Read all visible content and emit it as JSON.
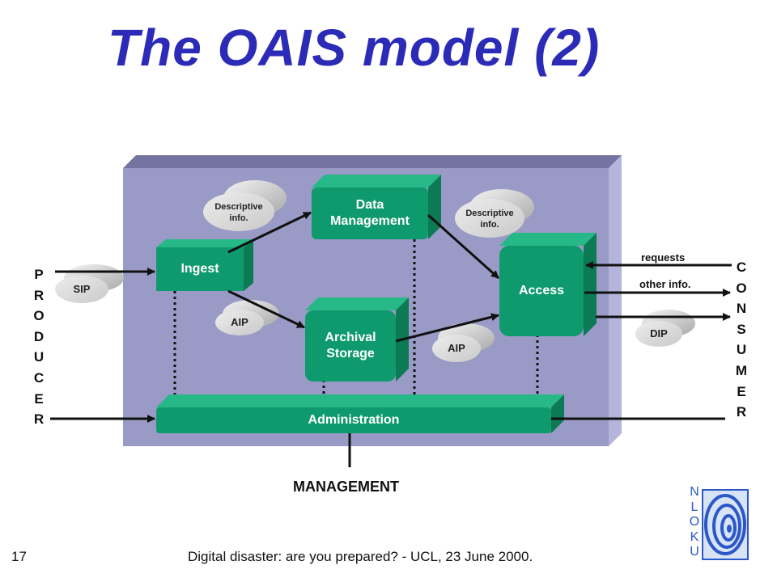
{
  "slide": {
    "title": "The OAIS model (2)",
    "page_number": "17",
    "footer": "Digital disaster: are you prepared? - UCL, 23 June 2000."
  },
  "diagram": {
    "boxes": {
      "ingest": "Ingest",
      "data_management": [
        "Data",
        "Management"
      ],
      "archival_storage": [
        "Archival",
        "Storage"
      ],
      "access": "Access",
      "administration": "Administration"
    },
    "packages": {
      "sip": "SIP",
      "aip_ingest": "AIP",
      "aip_access": "AIP",
      "dip": "DIP",
      "descriptive_ingest": [
        "Descriptive",
        "info."
      ],
      "descriptive_access": [
        "Descriptive",
        "info."
      ]
    },
    "flows": {
      "requests": "requests",
      "other_info": "other info."
    },
    "producer_letters": [
      "P",
      "R",
      "O",
      "D",
      "U",
      "C",
      "E",
      "R"
    ],
    "consumer_letters": [
      "C",
      "O",
      "N",
      "S",
      "U",
      "M",
      "E",
      "R"
    ],
    "management": "MANAGEMENT"
  },
  "logo": {
    "letters": [
      "N",
      "L",
      "O",
      "K",
      "U"
    ]
  },
  "colors": {
    "title": "#2b2bb8",
    "panel": "#9a9ac6",
    "box": "#0f9a6e",
    "logo": "#2b57c8"
  }
}
